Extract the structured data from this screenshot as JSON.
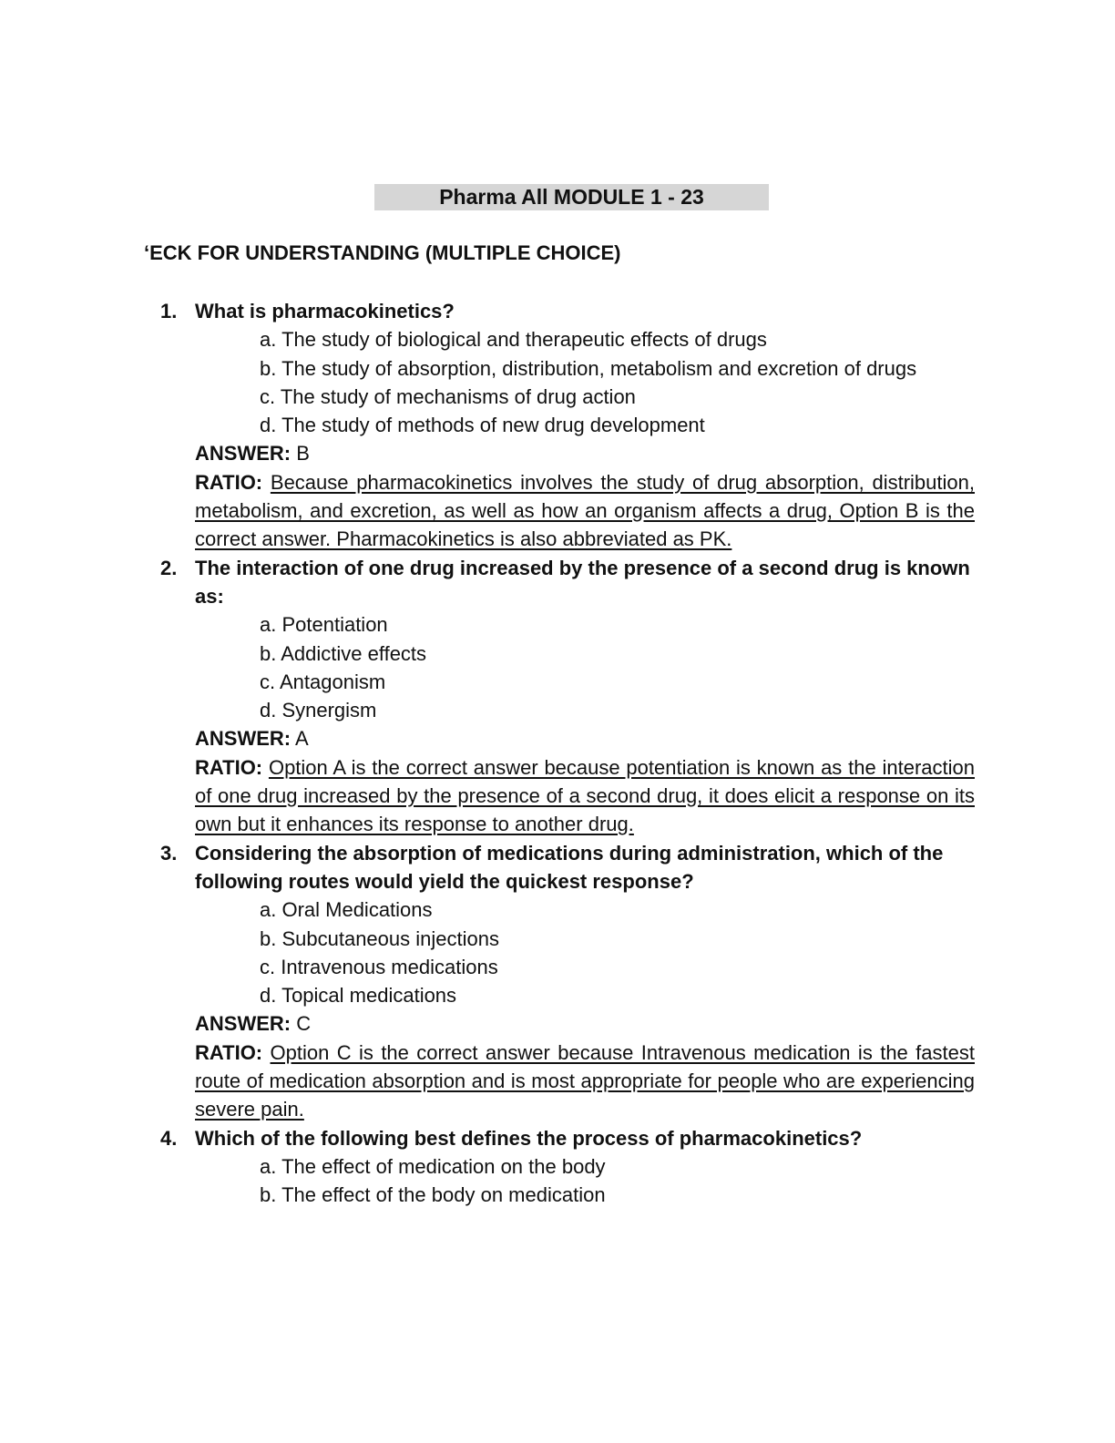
{
  "document": {
    "title": "Pharma All MODULE 1 - 23",
    "section_heading": "‘ECK FOR UNDERSTANDING (MULTIPLE CHOICE)",
    "answer_label": "ANSWER:",
    "ratio_label": "RATIO:"
  },
  "questions": [
    {
      "number": "1.",
      "text": "What is pharmacokinetics?",
      "options": [
        "a. The study of biological and therapeutic effects of drugs",
        "b. The study of absorption, distribution, metabolism and excretion of drugs",
        "c. The study of mechanisms of drug action",
        "d. The study of methods of new drug development"
      ],
      "answer": "B",
      "ratio": "Because pharmacokinetics involves the study of drug absorption, distribution, metabolism, and excretion, as well as how an organism affects a drug, Option B is the correct answer. Pharmacokinetics is also abbreviated as PK."
    },
    {
      "number": "2.",
      "text": "The interaction of one drug increased by the presence of a second drug is known as:",
      "options": [
        "a. Potentiation",
        "b. Addictive effects",
        "c. Antagonism",
        "d. Synergism"
      ],
      "answer": "A",
      "ratio": "Option A is the correct answer because potentiation is known as the interaction of one drug increased by the presence of a second drug, it does elicit a response on its own but it enhances its response to another drug."
    },
    {
      "number": "3.",
      "text": "Considering the absorption of medications during administration, which of the following routes would yield the quickest response?",
      "options": [
        "a. Oral Medications",
        "b. Subcutaneous injections",
        "c. Intravenous medications",
        "d. Topical medications"
      ],
      "answer": "C",
      "ratio": "Option C is the correct answer because Intravenous medication is the fastest route of medication absorption and is most appropriate for people who are experiencing severe pain."
    },
    {
      "number": "4.",
      "text": "Which of the following best defines the process of pharmacokinetics?",
      "options": [
        "a. The effect of medication on the body",
        "b. The effect of the body on medication"
      ]
    }
  ]
}
